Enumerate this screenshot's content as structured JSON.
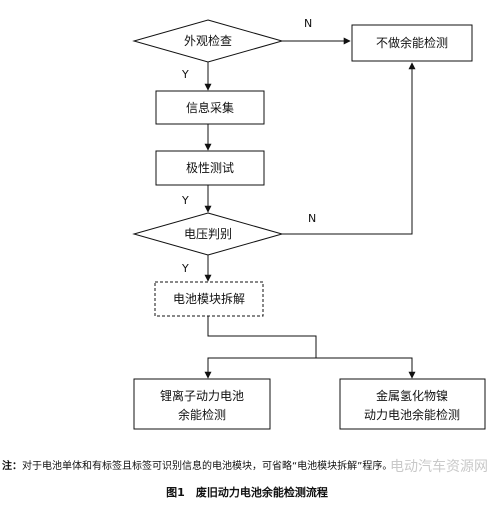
{
  "nodes": {
    "appearance_check": "外观检查",
    "no_test": "不做余能检测",
    "info_collect": "信息采集",
    "polarity_test": "极性测试",
    "voltage_judge": "电压判别",
    "module_disassembly": "电池模块拆解",
    "li_ion_line1": "锂离子动力电池",
    "li_ion_line2": "余能检测",
    "nimh_line1": "金属氢化物镍",
    "nimh_line2": "动力电池余能检测"
  },
  "edges": {
    "yes": "Y",
    "no": "N"
  },
  "note": {
    "prefix": "注：",
    "text": "对于电池单体和有标签且标签可识别信息的电池模块，可省略“电池模块拆解”程序。"
  },
  "caption": "图1　废旧动力电池余能检测流程",
  "watermark": "电动汽车资源网"
}
